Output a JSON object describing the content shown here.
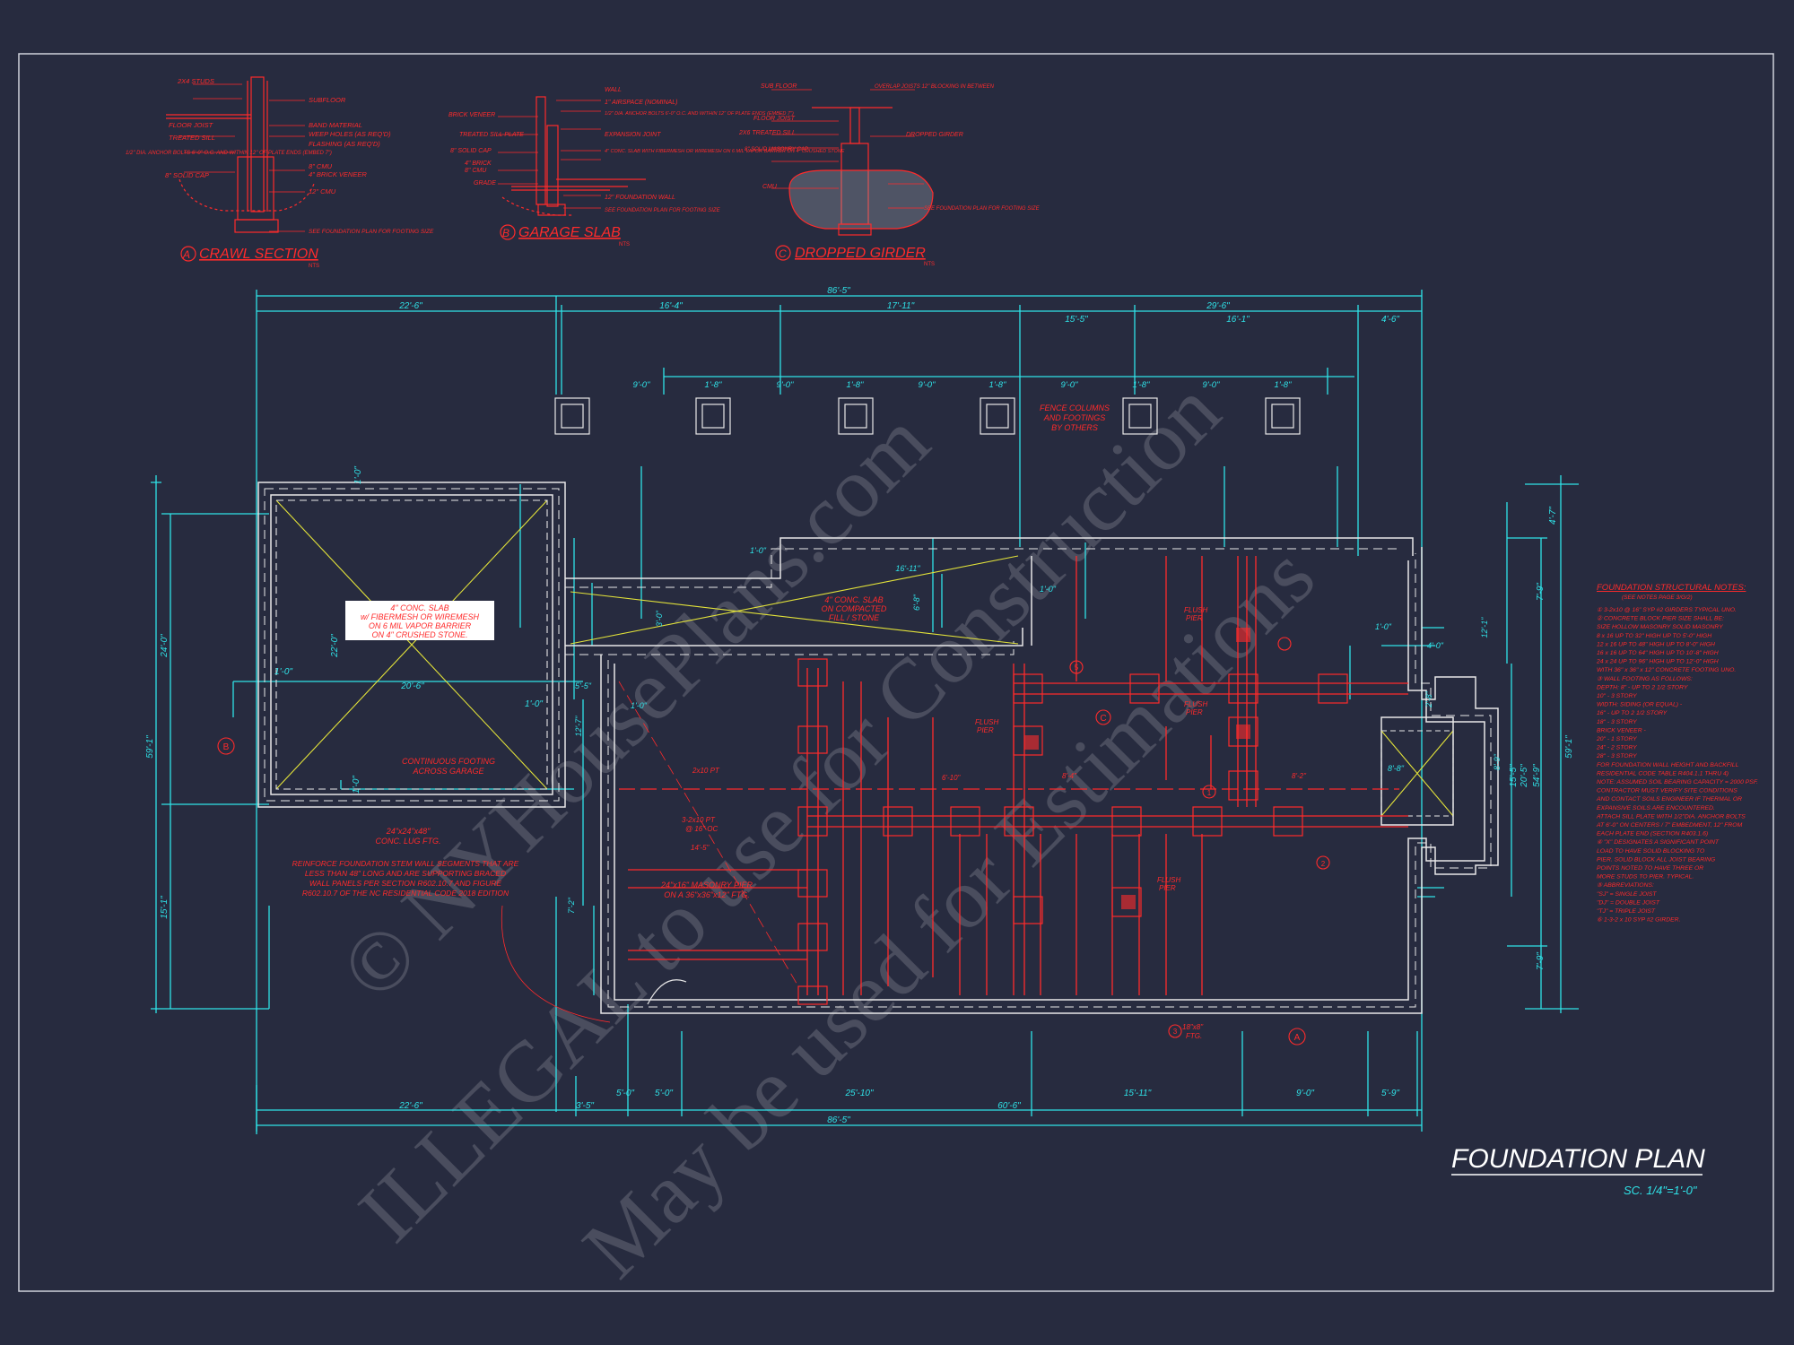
{
  "sheet": {
    "title": "FOUNDATION PLAN",
    "scale": "SC. 1/4\"=1'-0\"",
    "watermark": [
      "© NYHousePlans.com",
      "ILLEGAL to use for Construction",
      "May be used for Estimations"
    ]
  },
  "colors": {
    "background": "#272b3f",
    "dimension": "#2fe3e8",
    "structure": "#ff2b2b",
    "wall": "#e8e8e8",
    "slab_x": "#e2e23a"
  },
  "sections": [
    {
      "marker": "A",
      "title": "CRAWL SECTION",
      "scale": "NTS",
      "labels": [
        "2X4 STUDS",
        "SUBFLOOR",
        "FLOOR JOIST",
        "BAND MATERIAL",
        "TREATED SILL",
        "WEEP HOLES (AS REQ'D)",
        "FLASHING (AS REQ'D)",
        "1/2\" DIA. ANCHOR BOLTS 6'-0\" O.C. AND WITHIN 12\" OF PLATE ENDS (EMBED 7\")",
        "8\" SOLID CAP",
        "8\" CMU",
        "4\" BRICK VENEER",
        "12\" CMU",
        "SEE FOUNDATION PLAN FOR FOOTING SIZE"
      ]
    },
    {
      "marker": "B",
      "title": "GARAGE SLAB",
      "scale": "NTS",
      "labels": [
        "WALL",
        "1\" AIRSPACE (NOMINAL)",
        "BRICK VENEER",
        "1/2\" DIA. ANCHOR BOLTS 6'-0\" O.C. AND WITHIN 12\" OF PLATE ENDS (EMBED 7\")",
        "TREATED SILL PLATE",
        "EXPANSION JOINT",
        "8\" SOLID CAP",
        "4\" CONC. SLAB WITH FIBERMESH OR WIREMESH ON 6 MIL VAPOR BARRIER ON 4\" CRUSHED STONE",
        "4\" BRICK",
        "8\" CMU",
        "GRADE",
        "12\" FOUNDATION WALL",
        "SEE FOUNDATION PLAN FOR FOOTING SIZE"
      ]
    },
    {
      "marker": "C",
      "title": "DROPPED GIRDER",
      "scale": "NTS",
      "labels": [
        "SUB FLOOR",
        "OVERLAP JOISTS 12\" BLOCKING IN BETWEEN",
        "FLOOR JOIST",
        "2X6 TREATED SILL",
        "DROPPED GIRDER",
        "8\" SOLID MASONRY CAP",
        "CMU",
        "SEE FOUNDATION PLAN FOR FOOTING SIZE"
      ]
    }
  ],
  "dimensions": {
    "top": [
      "86'-5\"",
      "22'-6\"",
      "16'-4\"",
      "17'-11\"",
      "15'-5\"",
      "29'-6\"",
      "16'-1\"",
      "4'-6\""
    ],
    "column_spacing": [
      "9'-0\"",
      "1'-8\"",
      "9'-0\"",
      "1'-8\"",
      "9'-0\"",
      "1'-8\"",
      "9'-0\"",
      "1'-8\"",
      "9'-0\"",
      "1'-8\""
    ],
    "bottom": [
      "22'-6\"",
      "3'-5\"",
      "5'-0\"",
      "5'-0\"",
      "25'-10\"",
      "15'-11\"",
      "9'-0\"",
      "5'-9\"",
      "60'-6\"",
      "86'-5\""
    ],
    "left": [
      "24'-0\"",
      "59'-1\"",
      "15'-1\""
    ],
    "right": [
      "54'-9\"",
      "59'-1\"",
      "7'-9\"",
      "7'-9\"",
      "20'-5\"",
      "15'-5\"",
      "4'-7\""
    ],
    "garage": [
      "22'-0\"",
      "20'-6\"",
      "1'-0\"",
      "1'-0\"",
      "1'-0\"",
      "1'-0\""
    ],
    "misc": [
      "1'-0\"",
      "1'-0\"",
      "1'-0\"",
      "16'-11\"",
      "6'-8\"",
      "5'-5\"",
      "1'-0\"",
      "3'-0\"",
      "4'-0\"",
      "8'-9\"",
      "12'-1\"",
      "2'-8\"",
      "8'-8\"",
      "12'-7\"",
      "7'-2\""
    ]
  },
  "notes_on_plan": {
    "garage_slab": [
      "4\" CONC. SLAB",
      "w/ FIBERMESH OR WIREMESH",
      "ON 6 MIL VAPOR BARRIER",
      "ON 4\" CRUSHED STONE."
    ],
    "porch_slab": [
      "4\" CONC. SLAB",
      "ON COMPACTED",
      "FILL / STONE"
    ],
    "fence": [
      "FENCE COLUMNS",
      "AND FOOTINGS",
      "BY OTHERS"
    ],
    "garage_footing": [
      "CONTINUOUS FOOTING",
      "ACROSS GARAGE"
    ],
    "garage_ftg": [
      "24\"x24\"x48\"",
      "CONC. LUG FTG."
    ],
    "reinforce": [
      "REINFORCE FOUNDATION STEM WALL SEGMENTS THAT ARE",
      "LESS THAN 48\" LONG AND ARE SUPPORTING BRACED",
      "WALL PANELS PER SECTION R602.10.7 AND FIGURE",
      "R602.10.7 OF THE NC RESIDENTIAL CODE 2018 EDITION"
    ],
    "masonry_pier": [
      "24\"x16\" MASONRY PIER",
      "ON A 36\"x36\"x12\" FTG."
    ],
    "flush_pier": [
      "FLUSH",
      "PIER"
    ],
    "girder": [
      "3-2x10 PT",
      "@ 16\" OC",
      "2x10 PT",
      "8'-4\"",
      "6'-10\"",
      "14'-5\"",
      "8'-2\""
    ],
    "grid_markers": [
      "A",
      "B",
      "C",
      "1",
      "2",
      "3",
      "5"
    ],
    "step_note": [
      "18\"x8\"",
      "FTG."
    ]
  },
  "structural_notes": {
    "title": "FOUNDATION STRUCTURAL NOTES:",
    "subtitle": "(SEE NOTES PAGE 3/G/2)",
    "lines": [
      "① 3-2x10 @ 16\" SYP #2 GIRDERS TYPICAL UNO.",
      "② CONCRETE BLOCK PIER SIZE SHALL BE:",
      "   SIZE     HOLLOW MASONRY    SOLID MASONRY",
      "   8 x 16    UP TO 32\" HIGH     UP TO 5'-0\" HIGH",
      "   12 x 16   UP TO 48\" HIGH     UP TO 8'-0\" HIGH",
      "   16 x 16   UP TO 64\" HIGH     UP TO 10'-8\" HIGH",
      "   24 x 24   UP TO 96\" HIGH     UP TO 12'-0\" HIGH",
      "   WITH 36\" x 36\" x 12\" CONCRETE FOOTING UNO.",
      "③ WALL FOOTING AS FOLLOWS:",
      "   DEPTH:  8\" - UP TO 2 1/2 STORY",
      "           10\" - 3 STORY",
      "   WIDTH:  SIDING (OR EQUAL) -",
      "           16\" - UP TO 2 1/2 STORY",
      "           18\" - 3 STORY",
      "   BRICK VENEER -",
      "           20\" - 1 STORY",
      "           24\" - 2 STORY",
      "           28\" - 3 STORY",
      "FOR FOUNDATION WALL HEIGHT AND BACKFILL",
      "RESIDENTIAL CODE TABLE R404.1.1 THRU 4)",
      "NOTE: ASSUMED SOIL BEARING CAPACITY = 2000 PSF.",
      "CONTRACTOR MUST VERIFY SITE CONDITIONS",
      "AND CONTACT SOILS ENGINEER IF THERMAL OR",
      "EXPANSIVE SOILS ARE ENCOUNTERED.",
      "ATTACH SILL PLATE WITH 1/2\"DIA. ANCHOR BOLTS",
      "AT 6'-0\" ON CENTERS / 7\" EMBEDMENT, 12\" FROM",
      "EACH PLATE END (SECTION R403.1.6)",
      "④ \"X\" DESIGNATES A SIGNIFICANT POINT",
      "LOAD TO HAVE SOLID BLOCKING TO",
      "PIER. SOLID BLOCK ALL JOIST BEARING",
      "POINTS NOTED TO HAVE THREE OR",
      "MORE STUDS TO PIER. TYPICAL.",
      "⑤ ABBREVIATIONS:",
      "   \"SJ\" = SINGLE JOIST",
      "   \"DJ\" = DOUBLE JOIST",
      "   \"TJ\" = TRIPLE JOIST",
      "⑥ 1-3-2 x 10 SYP #2 GIRDER."
    ]
  }
}
